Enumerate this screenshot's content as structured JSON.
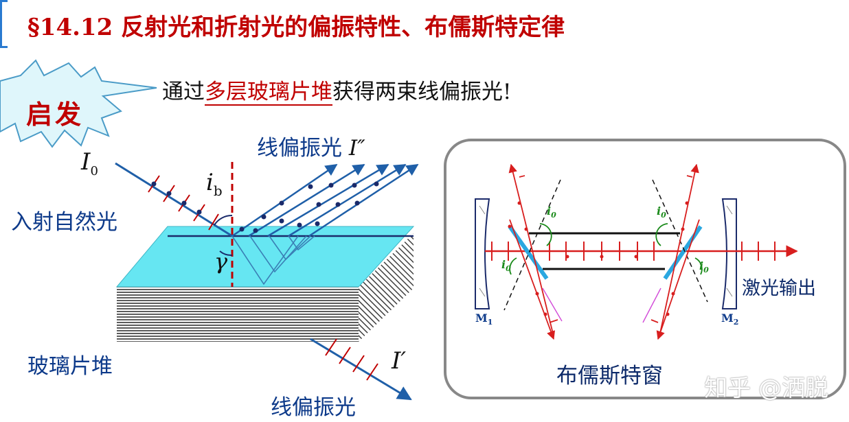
{
  "header": {
    "title": "§14.12 反射光和折射光的偏振特性、布儒斯特定律"
  },
  "intro": {
    "badge": "启发",
    "prefix": "通过",
    "highlight": "多层玻璃片堆",
    "suffix": "获得两束线偏振光!"
  },
  "left_diagram": {
    "incident_symbol": "I",
    "incident_sub": "0",
    "incident_label": "入射自然光",
    "angle_ib": "i",
    "angle_ib_sub": "b",
    "angle_gamma": "γ",
    "reflected_label": "线偏振光",
    "reflected_symbol": "I″",
    "stack_label": "玻璃片堆",
    "transmitted_symbol": "I′",
    "transmitted_label": "线偏振光"
  },
  "right_diagram": {
    "angle_i0": "i",
    "angle_i0_sub": "0",
    "mirror1": "M",
    "mirror1_sub": "1",
    "mirror2": "M",
    "mirror2_sub": "2",
    "output_label": "激光输出",
    "caption": "布儒斯特窗"
  },
  "watermark": "知乎 @洒脱",
  "colors": {
    "title_red": "#c00000",
    "ray_blue": "#1f5fa8",
    "glass_cyan": "#66e6f2",
    "dashed_red": "#c00000",
    "window_cyan": "#2aa7e0",
    "laser_red": "#d81e1e"
  }
}
